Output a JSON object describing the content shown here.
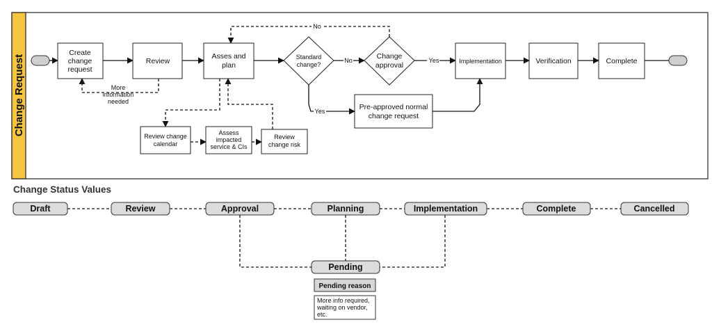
{
  "lane": {
    "title": "Change Request",
    "accent": "#f5c542"
  },
  "flow": {
    "create": [
      "Create",
      "change",
      "request"
    ],
    "review": "Review",
    "plan": [
      "Asses and",
      "plan"
    ],
    "standard": [
      "Standard",
      "change?"
    ],
    "approval": [
      "Change",
      "approval"
    ],
    "implementation": "Implementation",
    "verification": "Verification",
    "complete": "Complete",
    "preapproved": [
      "Pre-approved normal",
      "change request"
    ],
    "more_info": [
      "More",
      "information",
      "needed"
    ],
    "review_calendar": [
      "Review change",
      "calendar"
    ],
    "assess": [
      "Assess",
      "impacted",
      "service & CIs"
    ],
    "review_risk": [
      "Review",
      "change risk"
    ],
    "no_top": "No",
    "no_mid": "No",
    "yes_right": "Yes",
    "yes_bottom": "Yes"
  },
  "status": {
    "title": "Change Status Values",
    "items": [
      "Draft",
      "Review",
      "Approval",
      "Planning",
      "Implementation",
      "Complete",
      "Cancelled"
    ],
    "pending": "Pending",
    "pending_reason_title": "Pending reason",
    "pending_reason_text": [
      "More info required,",
      "waiting on vendor,",
      "etc."
    ]
  }
}
